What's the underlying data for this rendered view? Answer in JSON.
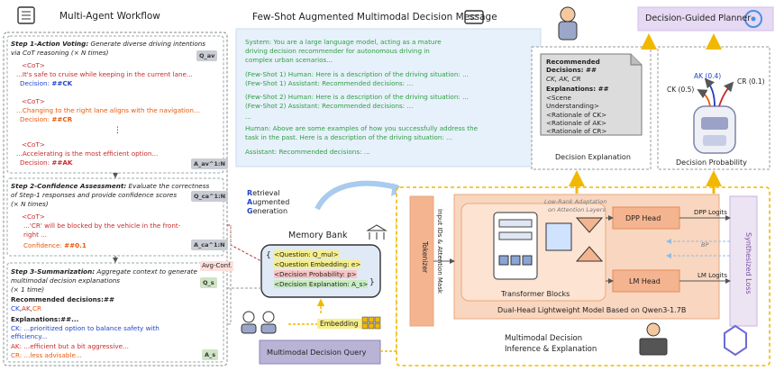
{
  "colors": {
    "red": "#c92a2a",
    "blue": "#2145c8",
    "orange": "#e8590c",
    "green": "#2f9e44",
    "query_fill": "#b9b4d6",
    "planner_fill": "#e6d9f4",
    "model_fill": "#f9d6bf",
    "prompt_fill": "#e7f1fb",
    "memory_fill": "#dfeaf6",
    "summary_fill": "#dcdcdc"
  },
  "left_panel": {
    "title": "Multi-Agent Workflow",
    "step1": {
      "heading": "Step 1-Action Voting:",
      "desc1": "Generate diverse driving intentions",
      "desc2": "via CoT reasoning (× N times)",
      "badge": "Q_av",
      "cot1_tag": "<CoT>",
      "cot1_text": "...It's safe to cruise while keeping in the current lane...",
      "dec1_label": "Decision:",
      "dec1_value": "##CK",
      "cot2_tag": "<CoT>",
      "cot2_text": "...Changing to the right lane aligns with the navigation...",
      "dec2_label": "Decision:",
      "dec2_value": "##CR",
      "ellipsis": "⋮",
      "cot3_tag": "<CoT>",
      "cot3_text": "...Accelerating is the most efficient option...",
      "dec3_label": "Decision:",
      "dec3_value": "##AK",
      "badge2": "A_av^1:N"
    },
    "step2": {
      "heading": "Step 2-Confidence Assessment:",
      "desc1": "Evaluate the correctness",
      "desc2": "of Step-1 responses and provide confidence scores",
      "desc3": "(× N times)",
      "badge": "Q_ca^1:N",
      "cot_tag": "<CoT>",
      "cot_text1": "...'CR' will be blocked by the vehicle in the front-",
      "cot_text2": "right ...",
      "conf_label": "Confidence:",
      "conf_value": "##0.1",
      "badge2": "A_ca^1:N"
    },
    "avg_conf": "Avg-Conf.",
    "step3": {
      "heading": "Step 3-Summarization:",
      "desc1": "Aggregate context to generate",
      "desc2": "multimodal decision explanations",
      "desc3": "(× 1 time)",
      "badge": "Q_s",
      "rec": "Recommended decisions:##",
      "rec_list_a": "CK",
      "rec_list_b": "AK",
      "rec_list_c": "CR",
      "exp": "Explanations:##...",
      "ck1": "CK: ...prioritized option to balance safety with",
      "ck2": "efficiency...",
      "ak": "AK: ...efficient but a bit aggressive...",
      "cr": "CR: ...less advisable...",
      "badge2": "A_s"
    }
  },
  "prompt": {
    "title": "Few-Shot Augmented Multimodal Decision Message",
    "system1": "System: You are a large language model, acting as a mature",
    "system2": "driving decision recommender for autonomous driving in",
    "system3": "complex urban scenarios...",
    "fs1h": "(Few-Shot 1) Human: Here is a description of the driving situation: ...",
    "fs1a": "(Few-Shot 1) Assistant: Recommended decisions: ...",
    "fs2h": "(Few-Shot 2) Human: Here is a description of the driving situation: ...",
    "fs2a": "(Few-Shot 2) Assistant: Recommended decisions: ...",
    "dots": "...",
    "human1": "Human: Above are some examples of how you successfully address the",
    "human2": "task in the past. Here is a description of the driving situation: ...",
    "assistant": "Assistant: Recommended decisions: ..."
  },
  "rag": {
    "r": "R",
    "r_rest": "etrieval",
    "a": "A",
    "a_rest": "ugmented",
    "g": "G",
    "g_rest": "eneration"
  },
  "memory": {
    "title": "Memory Bank",
    "open": "{",
    "q": "<Question: Q_mul>",
    "qe": "<Question Embedding: e>",
    "dp": "<Decision Probability: p>",
    "de": "<Decision Explanation: A_s>",
    "close": "}"
  },
  "embedding_label": "Embedding",
  "query_label": "Multimodal Decision Query",
  "explanation_card": {
    "rec": "Recommended",
    "dec": "Decisions: ##",
    "list": "CK, AK, CR",
    "exp": "Explanations: ##",
    "scene1": "<Scene",
    "scene2": "Understanding>",
    "rck": "<Rationale of CK>",
    "rak": "<Rationale of AK>",
    "rcr": "<Rationale of CR>",
    "caption": "Decision Explanation"
  },
  "planner": {
    "title": "Decision-Guided Planner",
    "ak": "AK (0.4)",
    "ck": "CK (0.5)",
    "cr": "CR (0.1)",
    "caption": "Decision Probability"
  },
  "model": {
    "tokenizer": "Tokenizer",
    "input": "Input IDs & Attention Mask",
    "lora1": "Low-Rank Adaptation",
    "lora2": "on Attention Layers",
    "dpp_head": "DPP Head",
    "lm_head": "LM Head",
    "dpp_logits": "DPP Logits",
    "lm_logits": "LM Logits",
    "bp": "BP",
    "transformer": "Transformer Blocks",
    "dual_head": "Dual-Head Lightweight Model Based on Qwen3-1.7B",
    "loss": "Synthesized Loss",
    "caption1": "Multimodal Decision",
    "caption2": "Inference & Explanation"
  }
}
